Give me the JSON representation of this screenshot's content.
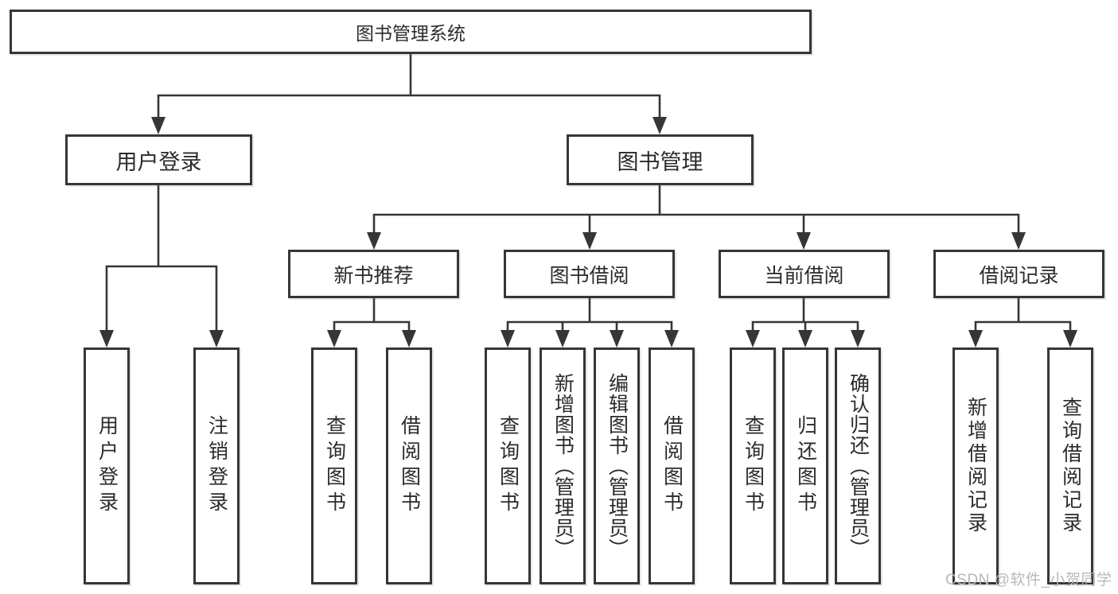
{
  "diagram": {
    "root": {
      "label": "图书管理系统"
    },
    "user_login": {
      "label": "用户登录",
      "children": {
        "login": "用户登录",
        "logout": "注销登录"
      }
    },
    "book_management": {
      "label": "图书管理",
      "new_book_recommend": {
        "label": "新书推荐",
        "children": {
          "query_book": "查询图书",
          "borrow_book": "借阅图书"
        }
      },
      "book_borrowing": {
        "label": "图书借阅",
        "children": {
          "query_book": "查询图书",
          "add_book": "新增图书（管理员）",
          "edit_book": "编辑图书（管理员）",
          "borrow_book": "借阅图书"
        }
      },
      "current_borrowing": {
        "label": "当前借阅",
        "children": {
          "query_book": "查询图书",
          "return_book": "归还图书",
          "confirm_return": "确认归还（管理员）"
        }
      },
      "borrowing_records": {
        "label": "借阅记录",
        "children": {
          "add_record": "新增借阅记录",
          "query_record": "查询借阅记录"
        }
      }
    }
  },
  "watermark": {
    "text": "CSDN @软件_小贺同学"
  },
  "colors": {
    "line": "#363636",
    "text": "#2b2b2b",
    "background": "#ffffff",
    "watermark": "#b8b8b8"
  }
}
